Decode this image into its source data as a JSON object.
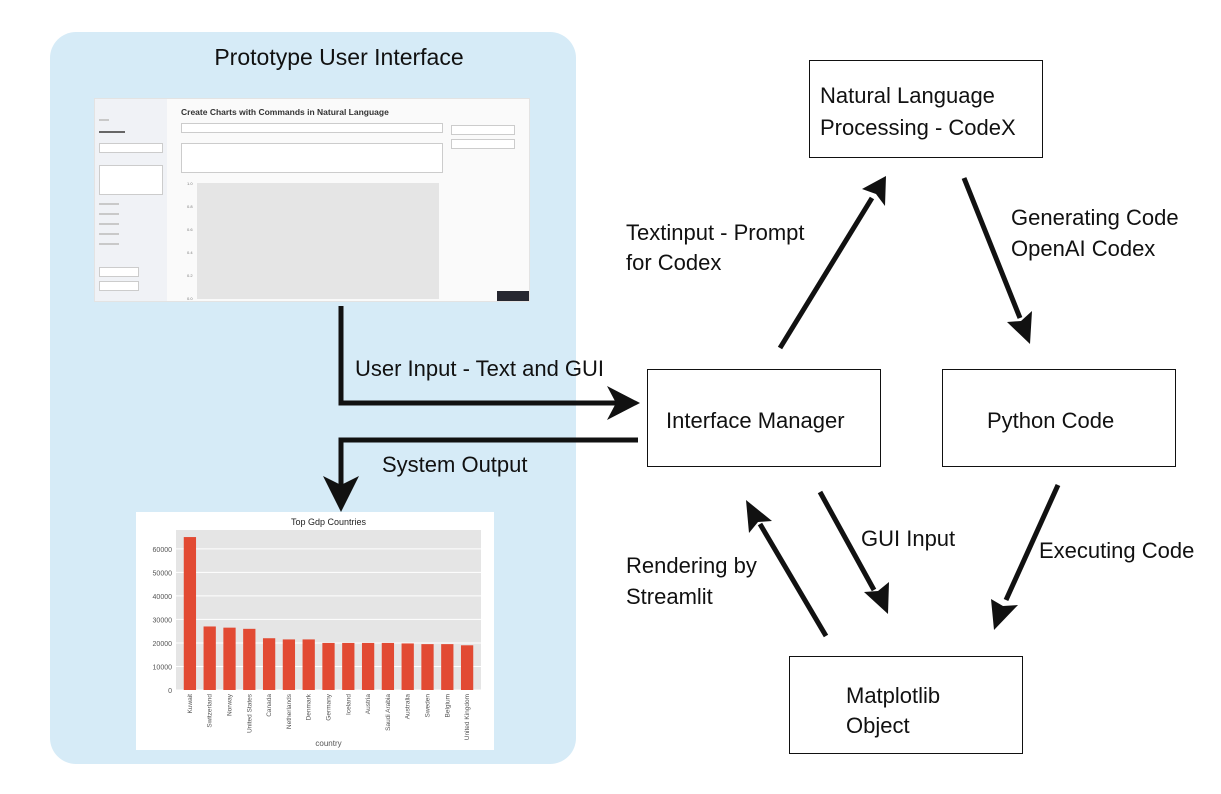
{
  "prototype": {
    "title": "Prototype User Interface",
    "screenshot": {
      "app_title": "Create Charts with Commands in Natural Language",
      "y_ticks": [
        "1.0",
        "0.8",
        "0.6",
        "0.4",
        "0.2",
        "0.0"
      ]
    }
  },
  "nodes": {
    "nlp": {
      "line1": "Natural Language",
      "line2": "Processing - CodeX"
    },
    "interface": {
      "text": "Interface Manager"
    },
    "python": {
      "text": "Python Code"
    },
    "matplotlib": {
      "line1": "Matplotlib",
      "line2": "Object"
    }
  },
  "edges": {
    "user_input": "User Input - Text and GUI",
    "system_output": "System Output",
    "textinput_1": "Textinput - Prompt",
    "textinput_2": "for Codex",
    "generating_1": "Generating Code",
    "generating_2": "OpenAI Codex",
    "gui_input": "GUI Input",
    "executing": "Executing Code",
    "rendering_1": "Rendering by",
    "rendering_2": "Streamlit"
  },
  "chart_data": {
    "type": "bar",
    "title": "Top Gdp Countries",
    "xlabel": "country",
    "ylabel": "",
    "categories": [
      "Kuwait",
      "Switzerland",
      "Norway",
      "United States",
      "Canada",
      "Netherlands",
      "Denmark",
      "Germany",
      "Iceland",
      "Austria",
      "Saudi Arabia",
      "Australia",
      "Sweden",
      "Belgium",
      "United Kingdom"
    ],
    "values": [
      65000,
      27000,
      26500,
      26000,
      22000,
      21500,
      21500,
      20000,
      20000,
      20000,
      20000,
      19800,
      19500,
      19500,
      19000
    ],
    "yticks": [
      "0",
      "10000",
      "20000",
      "30000",
      "40000",
      "50000",
      "60000"
    ],
    "ylim": [
      0,
      68000
    ],
    "bar_color": "#e24a33",
    "background": "#e5e5e5",
    "grid": true
  },
  "colors": {
    "panel": "#d6ebf7",
    "stroke": "#111111"
  }
}
